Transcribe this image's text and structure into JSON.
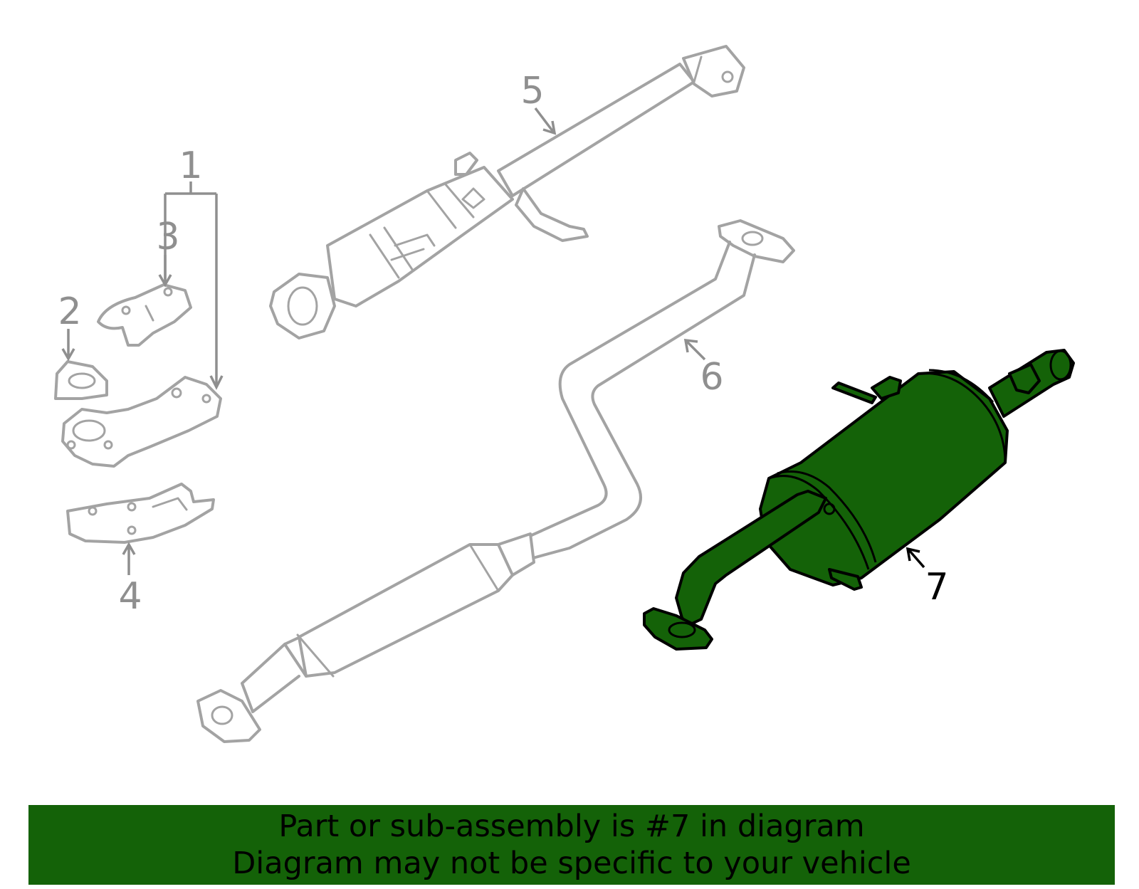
{
  "callouts": {
    "c1": "1",
    "c2": "2",
    "c3": "3",
    "c4": "4",
    "c5": "5",
    "c6": "6",
    "c7": "7"
  },
  "highlight": {
    "part_number": "7",
    "color": "#146208",
    "callout_color": "#000000"
  },
  "part_color": "#a3a3a3",
  "banner": {
    "line1": "Part or sub-assembly is #7 in diagram",
    "line2": "Diagram may not be specific to your vehicle",
    "background": "#146208"
  }
}
